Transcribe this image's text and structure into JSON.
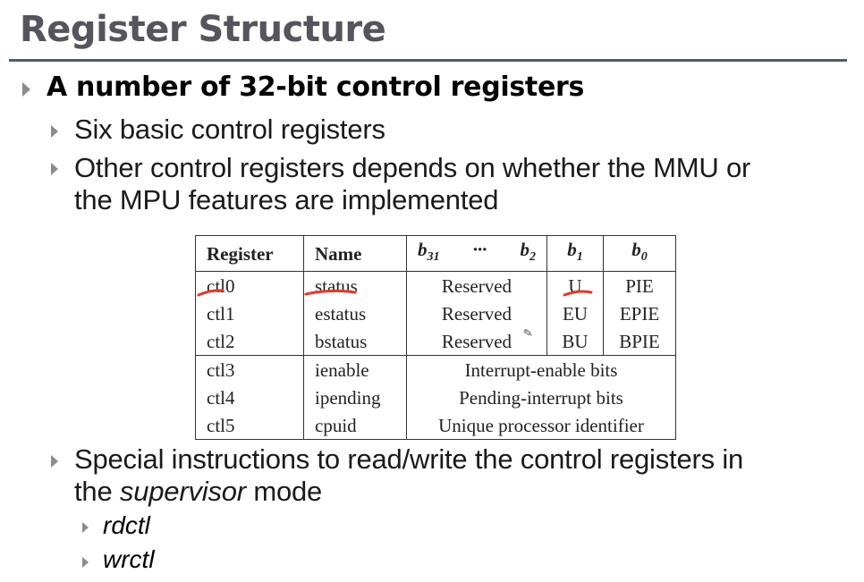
{
  "slide": {
    "title": "Register Structure",
    "bullet1": "A number of 32-bit control registers",
    "sub1": "Six basic control registers",
    "sub2_line1": "Other control registers depends on whether the MMU or",
    "sub2_line2": "the MPU features are implemented",
    "sub3_line1": "Special instructions to read/write the control registers in",
    "sub3_line2_pre": "the ",
    "sub3_line2_em": "supervisor",
    "sub3_line2_post": " mode",
    "instr1": "rdctl",
    "instr2": "wrctl"
  },
  "table": {
    "headers": {
      "register": "Register",
      "name": "Name",
      "b31": "b",
      "b31_sub": "31",
      "dots": "···",
      "b2": "b",
      "b2_sub": "2",
      "b1": "b",
      "b1_sub": "1",
      "b0": "b",
      "b0_sub": "0"
    },
    "rows": [
      {
        "reg": "ctl0",
        "name": "status",
        "field": "Reserved",
        "b1": "U",
        "b0": "PIE"
      },
      {
        "reg": "ctl1",
        "name": "estatus",
        "field": "Reserved",
        "b1": "EU",
        "b0": "EPIE"
      },
      {
        "reg": "ctl2",
        "name": "bstatus",
        "field": "Reserved",
        "b1": "BU",
        "b0": "BPIE"
      },
      {
        "reg": "ctl3",
        "name": "ienable",
        "field": "Interrupt-enable bits"
      },
      {
        "reg": "ctl4",
        "name": "ipending",
        "field": "Pending-interrupt bits"
      },
      {
        "reg": "ctl5",
        "name": "cpuid",
        "field": "Unique processor identifier"
      }
    ]
  },
  "colors": {
    "title": "#55555d",
    "rule": "#4a5d6e",
    "bullet": "#8c8c8c",
    "annotation": "#e03a2a"
  }
}
